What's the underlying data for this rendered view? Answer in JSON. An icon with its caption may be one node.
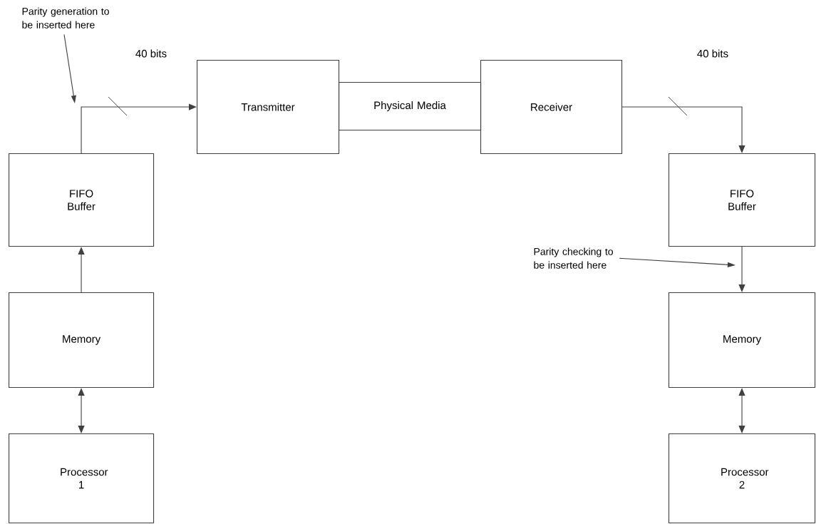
{
  "diagram": {
    "nodes": [
      {
        "text": [
          "Processor 1"
        ]
      },
      {
        "text": [
          "Memory"
        ]
      },
      {
        "text": [
          "FIFO Buffer"
        ]
      },
      {
        "text": [
          "Transmitter"
        ]
      },
      {
        "text": [
          "Physical Media"
        ]
      },
      {
        "text": [
          "Receiver"
        ]
      },
      {
        "text": [
          "FIFO Buffer"
        ]
      },
      {
        "text": [
          "Memory"
        ]
      },
      {
        "text": [
          "Processor 2"
        ]
      },
      {
        "text": [
          "Parity generation to be inserted here"
        ]
      },
      {
        "text": [
          "Parity checking to be inserted here"
        ]
      }
    ],
    "edges": [
      {
        "from": 0,
        "to": 1,
        "arrow": "both"
      },
      {
        "from": 1,
        "to": 2,
        "arrow": "to"
      },
      {
        "from": 2,
        "to": 3,
        "arrow": "to",
        "label": "40 bits"
      },
      {
        "from": 5,
        "to": 6,
        "arrow": "to",
        "label": "40 bits"
      },
      {
        "from": 6,
        "to": 7,
        "arrow": "to"
      },
      {
        "from": 7,
        "to": 8,
        "arrow": "both"
      },
      {
        "from": 9,
        "to": null,
        "arrow": "to"
      },
      {
        "from": 10,
        "to": null,
        "arrow": "to"
      }
    ]
  }
}
